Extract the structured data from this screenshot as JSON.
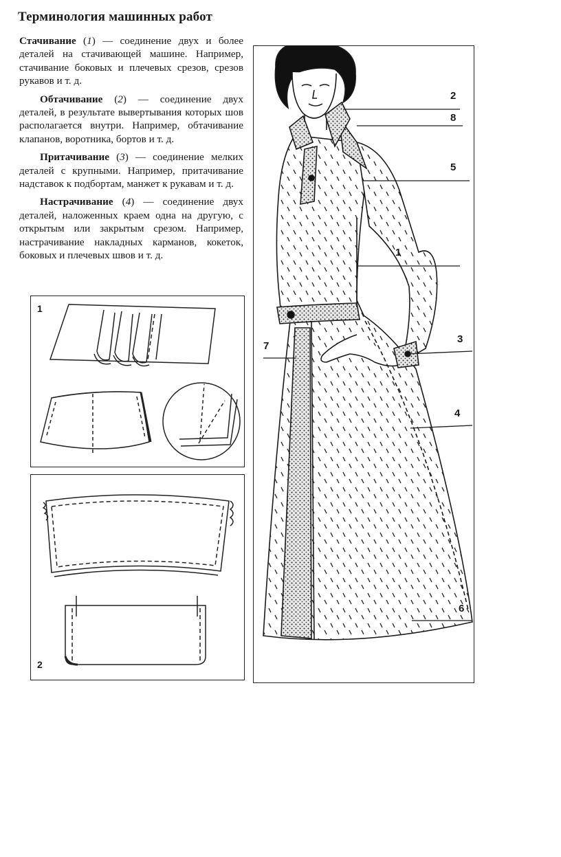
{
  "title": "Терминология машинных работ",
  "paragraphs": {
    "p1": {
      "term": "Стачивание",
      "num": "1",
      "text": " — соединение двух и более деталей на стачивающей машине. Например, стачивание боковых и плечевых срезов, срезов рукавов и т. д."
    },
    "p2": {
      "term": "Обтачивание",
      "num": "2",
      "text": " — соединение двух деталей, в результате вывертывания которых шов располагается внутри. Например, обтачивание клапанов, воротника, бортов и т. д."
    },
    "p3": {
      "term": "Притачивание",
      "num": "3",
      "text": " — соединение мелких деталей с крупными. Например, притачивание надставок к подбортам, манжет к рукавам и т. д."
    },
    "p4": {
      "term": "Настрачивание",
      "num": "4",
      "text": " — соединение двух деталей, наложенных краем одна на другую, с открытым или закрытым срезом. Например, настрачивание накладных карманов, кокеток, боковых и плечевых швов и т. д."
    }
  },
  "panels": {
    "top_label": "1",
    "bottom_label": "2"
  },
  "callouts": [
    "2",
    "8",
    "5",
    "1",
    "3",
    "7",
    "4",
    "6"
  ]
}
